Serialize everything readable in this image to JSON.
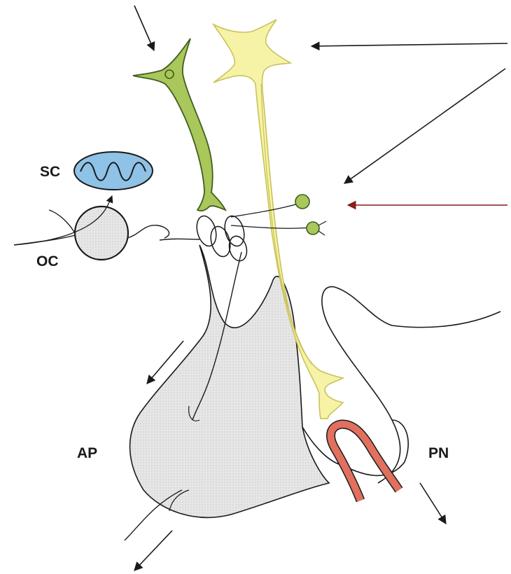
{
  "labels": {
    "sc": "SC",
    "oc": "OC",
    "ap": "AP",
    "pn": "PN"
  },
  "colors": {
    "outline": "#1a1a1a",
    "green_neuron": "#a9c75a",
    "green_neuron_stroke": "#3f5e1f",
    "yellow_neuron": "#f6f3a6",
    "yellow_neuron_stroke": "#c9c25a",
    "suprachiasmatic_fill": "#8ec2e6",
    "optic_chiasm_fill": "#e3e3e3",
    "pituitary_fill": "#e6e6e6",
    "vessel": "#e1705f",
    "arrow": "#1a1a1a",
    "arrow_red": "#8a1c1c"
  }
}
